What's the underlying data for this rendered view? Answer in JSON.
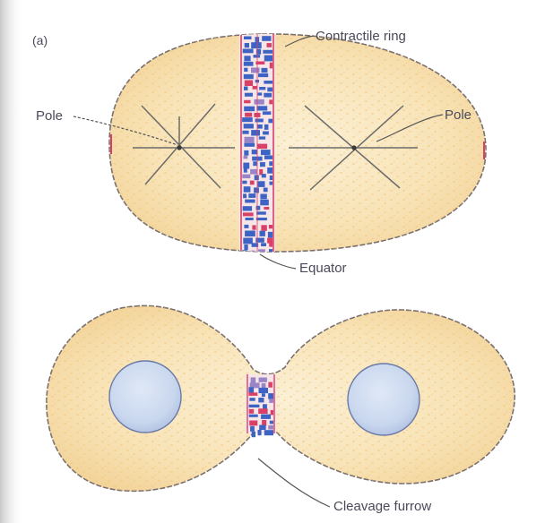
{
  "figure": {
    "panel_label": "(a)",
    "labels": {
      "contractile_ring": "Contractile ring",
      "pole_left": "Pole",
      "pole_right": "Pole",
      "equator": "Equator",
      "cleavage_furrow": "Cleavage furrow"
    },
    "colors": {
      "cytoplasm": "#f6dca6",
      "cytoplasm_light": "#fbf0d6",
      "cell_outline": "#7a7070",
      "actin_red": "#d94068",
      "myosin_blue": "#3d63c4",
      "nucleus": "#c9d7ee",
      "leader_line": "#555555"
    }
  }
}
